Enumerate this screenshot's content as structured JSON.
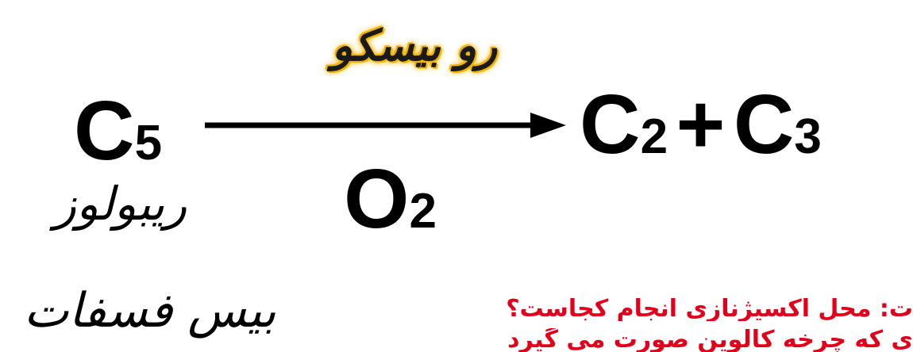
{
  "reaction": {
    "reactant": {
      "symbol": "C",
      "subscript": "5"
    },
    "enzyme_label": "رو بیسکو",
    "condition": {
      "symbol": "O",
      "subscript": "2"
    },
    "product1": {
      "symbol": "C",
      "subscript": "2"
    },
    "plus": "+",
    "product2": {
      "symbol": "C",
      "subscript": "3"
    }
  },
  "reactant_name": {
    "line1": "ریبولوز",
    "line2": "بیس فسفات"
  },
  "question": {
    "line1": "ت: محل  اکسیژنازی انجام کجاست؟",
    "line2": "ی که چرخه کالوین صورت می گیرد"
  },
  "colors": {
    "text": "#000000",
    "question": "#e3001b",
    "enzyme_highlight": "#f2b400"
  }
}
